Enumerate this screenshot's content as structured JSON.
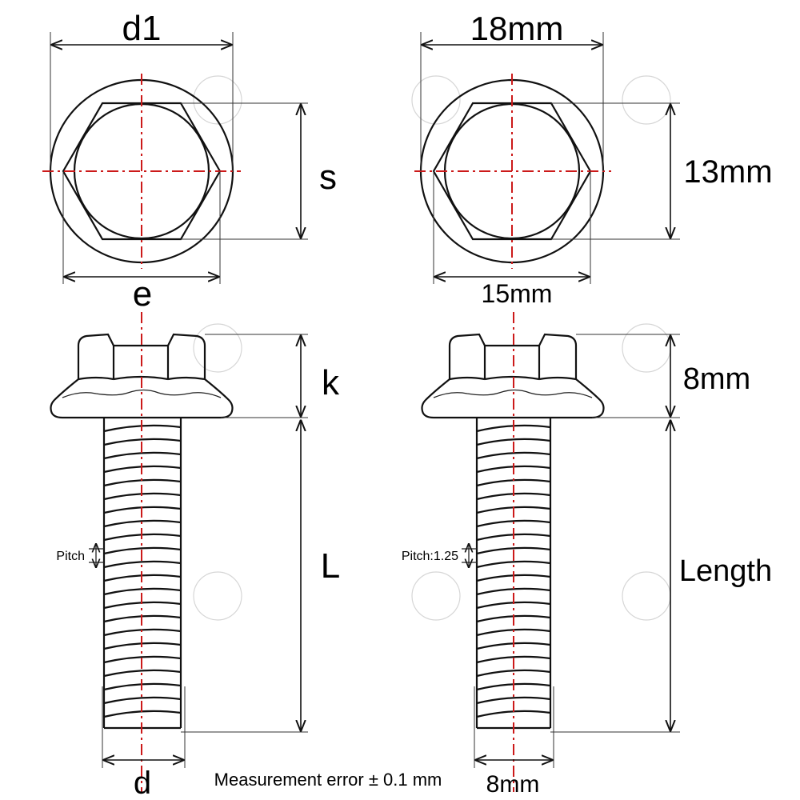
{
  "left_labels": {
    "flange_diameter": "d1",
    "across_flats": "s",
    "across_corners": "e",
    "head_height": "k",
    "length": "L",
    "pitch": "Pitch",
    "thread_diameter": "d"
  },
  "right_labels": {
    "flange_diameter": "18mm",
    "across_flats": "13mm",
    "across_corners": "15mm",
    "head_height": "8mm",
    "length": "Length",
    "pitch": "Pitch:1.25",
    "thread_diameter": "8mm"
  },
  "note": "Measurement error ± 0.1 mm",
  "colors": {
    "line": "#111111",
    "centerline": "#cc1a1a",
    "background": "#ffffff"
  }
}
